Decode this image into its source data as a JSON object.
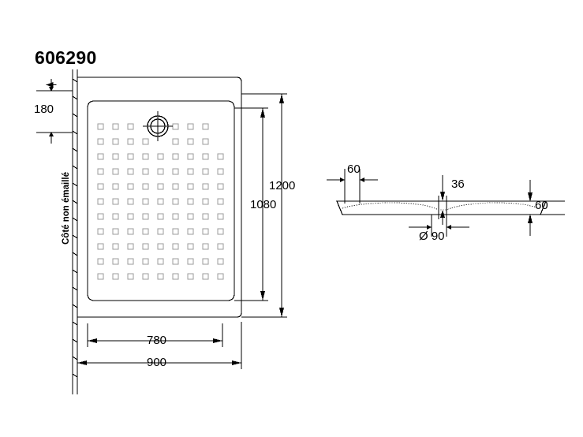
{
  "drawing": {
    "title": "606290",
    "product_type": "shower-tray-technical-drawing",
    "note_label": "Côté non émaillé",
    "line_color": "#000000",
    "pattern_color": "#9b9b9b"
  },
  "plan_view": {
    "name": "plan-view",
    "dim_180": "180",
    "dim_1200": "1200",
    "dim_1080": "1080",
    "dim_780": "780",
    "dim_900": "900",
    "antislip_grid": {
      "columns": 9,
      "rows": 11,
      "cell_size": 7,
      "col_spacing": 19,
      "row_spacing": 19
    },
    "drain": {
      "name": "drain-outlet",
      "outer_radius": 13,
      "inner_radius": 9
    }
  },
  "section_view": {
    "name": "section-view",
    "dim_60_left": "60",
    "dim_36": "36",
    "dim_60_right": "60",
    "dim_diameter_90": "Ø 90"
  }
}
